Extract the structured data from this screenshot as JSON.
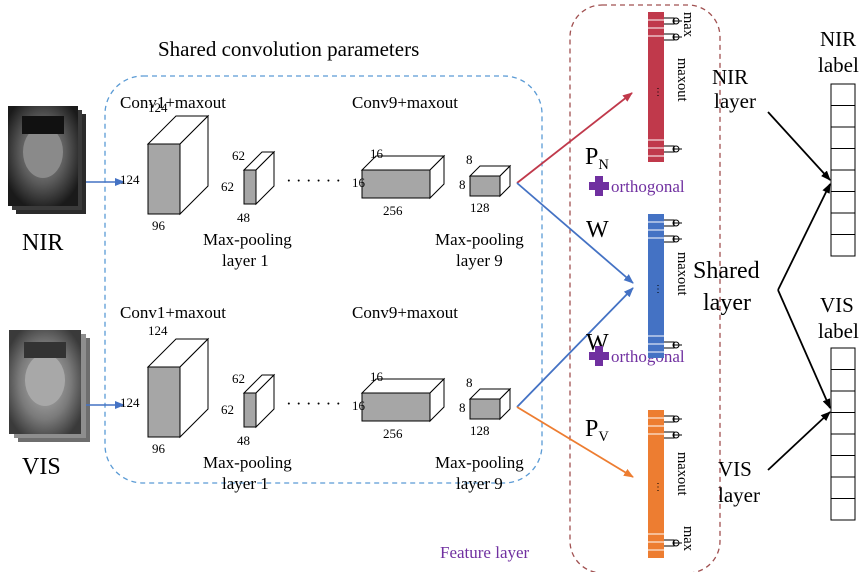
{
  "title": "Shared convolution parameters",
  "feature_layer_label": "Feature layer",
  "colors": {
    "nir_bar": "#c0394b",
    "shared_bar": "#4472c4",
    "vis_bar": "#ed7d31",
    "purple": "#7030a0",
    "cube_front": "#a6a6a6",
    "dashed_blue": "#5b9bd5",
    "dashed_red": "#a05050"
  },
  "inputs": [
    {
      "label": "NIR",
      "icon": "face-photo-icon"
    },
    {
      "label": "VIS",
      "icon": "face-photo-icon"
    }
  ],
  "branch": {
    "conv1_label": "Conv1+maxout",
    "conv9_label": "Conv9+maxout",
    "pool1_label_line1": "Max-pooling",
    "pool1_label_line2": "layer 1",
    "pool9_label_line1": "Max-pooling",
    "pool9_label_line2": "layer 9",
    "dots": "· · · · · ·",
    "conv1_dims": [
      "124",
      "124",
      "96"
    ],
    "pool1_dims": [
      "62",
      "62",
      "48"
    ],
    "conv9_dims": [
      "16",
      "16",
      "256"
    ],
    "pool9_dims": [
      "8",
      "8",
      "128"
    ]
  },
  "connections": {
    "p_n": "P",
    "p_n_sub": "N",
    "p_v": "P",
    "p_v_sub": "V",
    "w_top": "W",
    "w_bottom": "W",
    "orthogonal_top": "orthogonal",
    "orthogonal_bottom": "orthogonal"
  },
  "feature_bars": {
    "max_top": "max",
    "max_bottom": "max",
    "maxout_nir": "maxout",
    "maxout_shared": "maxout",
    "maxout_vis": "maxout"
  },
  "layers": {
    "nir_line1": "NIR",
    "nir_line2": "layer",
    "shared_line1": "Shared",
    "shared_line2": "layer",
    "vis_line1": "VIS",
    "vis_line2": "layer"
  },
  "labels": {
    "nir_line1": "NIR",
    "nir_line2": "label",
    "vis_line1": "VIS",
    "vis_line2": "label",
    "cell_count": 8
  }
}
